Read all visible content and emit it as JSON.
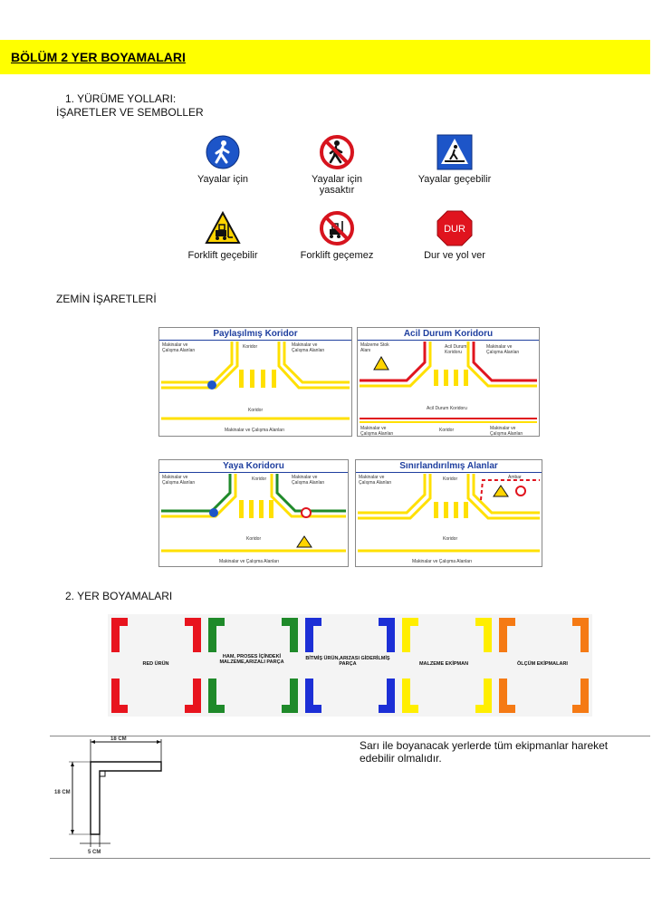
{
  "banner": {
    "title": "BÖLÜM 2 YER BOYAMALARI"
  },
  "section1": {
    "heading": "1.   YÜRÜME YOLLARI:",
    "subheading": "İŞARETLER VE SEMBOLLER"
  },
  "signs": [
    {
      "icon": "pedestrian-mandatory-icon",
      "label": "Yayalar için"
    },
    {
      "icon": "no-pedestrians-icon",
      "label": "Yayalar için",
      "label2": "yasaktır"
    },
    {
      "icon": "pedestrian-crossing-icon",
      "label": "Yayalar geçebilir"
    },
    {
      "icon": "forklift-warning-icon",
      "label": "Forklift geçebilir"
    },
    {
      "icon": "no-forklift-icon",
      "label": "Forklift geçemez"
    },
    {
      "icon": "stop-sign-icon",
      "label": "Dur ve yol ver",
      "sign_text": "DUR"
    }
  ],
  "floor": {
    "heading": "ZEMİN İŞARETLERİ",
    "panels": [
      {
        "title": "Paylaşılmış Koridor",
        "left_area": "Makinalar ve Çalışma Alanları",
        "top_mid": "Koridor",
        "right_area": "Makinalar ve Çalışma Alanları",
        "bottom_mid": "Koridor",
        "bottom": "Makinalar ve Çalışma Alanları"
      },
      {
        "title": "Acil Durum Koridoru",
        "left_area": "Malzeme Stok Alanı",
        "top_mid": "Acil Durum Koridoru",
        "right_area": "Makinalar ve Çalışma Alanları",
        "bottom_mid": "Acil Durum Koridoru",
        "bottom_left": "Makinalar ve Çalışma Alanları",
        "bottom_center": "Koridor",
        "bottom_right": "Makinalar ve Çalışma Alanları"
      },
      {
        "title": "Yaya Koridoru",
        "left_area": "Makinalar ve Çalışma Alanları",
        "top_mid": "Koridor",
        "right_area": "Makinalar ve Çalışma Alanları",
        "bottom_mid": "Koridor",
        "bottom": "Makinalar ve Çalışma Alanları"
      },
      {
        "title": "Sınırlandırılmış Alanlar",
        "left_area": "Makinalar ve Çalışma Alanları",
        "top_mid": "Koridor",
        "right_area": "Ambar",
        "bottom_mid": "Koridor",
        "bottom": "Makinalar ve Çalışma Alanları"
      }
    ]
  },
  "section2": {
    "heading": "2.   YER BOYAMALARI"
  },
  "color_strip": [
    {
      "color": "#e8141e",
      "label": "RED ÜRÜN"
    },
    {
      "color": "#1f8a2a",
      "label": "HAM, PROSES İÇİNDEKİ MALZEME,ARIZALI PARÇA"
    },
    {
      "color": "#1c2fd6",
      "label": "BİTMİŞ ÜRÜN,ARIZASI GİDERİLMİŞ PARÇA"
    },
    {
      "color": "#ffee00",
      "label": "MALZEME EKİPMAN"
    },
    {
      "color": "#f57a14",
      "label": "ÖLÇÜM EKİPMALARI"
    }
  ],
  "diagram": {
    "top_dim": "18 CM",
    "side_dim": "18 CM",
    "bottom_dim": "5 CM"
  },
  "note": {
    "text": "Sarı ile boyanacak yerlerde tüm ekipmanlar hareket edebilir olmalıdır."
  }
}
